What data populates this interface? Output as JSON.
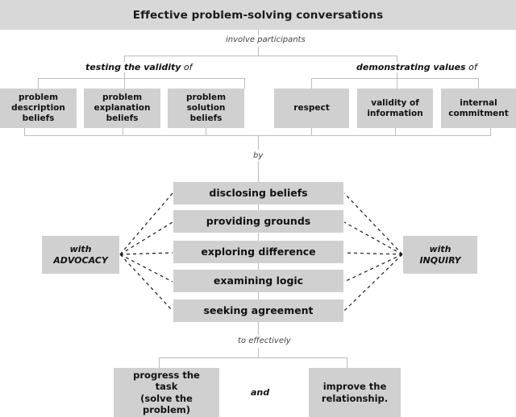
{
  "header": {
    "title": "Effective problem-solving conversations"
  },
  "connectors": {
    "involve": "involve participants",
    "by": "by",
    "to_effectively": "to effectively",
    "and": "and"
  },
  "branches": {
    "left": {
      "bold": "testing the validity",
      "tail": "of"
    },
    "right": {
      "bold": "demonstrating values",
      "tail": "of"
    }
  },
  "validity_boxes": [
    {
      "label": "problem\ndescription\nbeliefs"
    },
    {
      "label": "problem\nexplanation\nbeliefs"
    },
    {
      "label": "problem\nsolution\nbeliefs"
    }
  ],
  "values_boxes": [
    {
      "label": "respect"
    },
    {
      "label": "validity of\ninformation"
    },
    {
      "label": "internal\ncommitment"
    }
  ],
  "middle_boxes": [
    {
      "label": "disclosing beliefs"
    },
    {
      "label": "providing grounds"
    },
    {
      "label": "exploring difference"
    },
    {
      "label": "examining logic"
    },
    {
      "label": "seeking agreement"
    }
  ],
  "side_boxes": {
    "left": {
      "line1": "with",
      "line2": "ADVOCACY"
    },
    "right": {
      "line1": "with",
      "line2": "INQUIRY"
    }
  },
  "outcome_boxes": [
    {
      "label": "progress the\ntask\n(solve the problem)"
    },
    {
      "label": "improve the\nrelationship."
    }
  ],
  "colors": {
    "box_fill": "#d0d0d0",
    "header_fill": "#d8d8d8",
    "line": "#bdbdbd",
    "dash": "#1a1a1a",
    "text": "#111111"
  }
}
